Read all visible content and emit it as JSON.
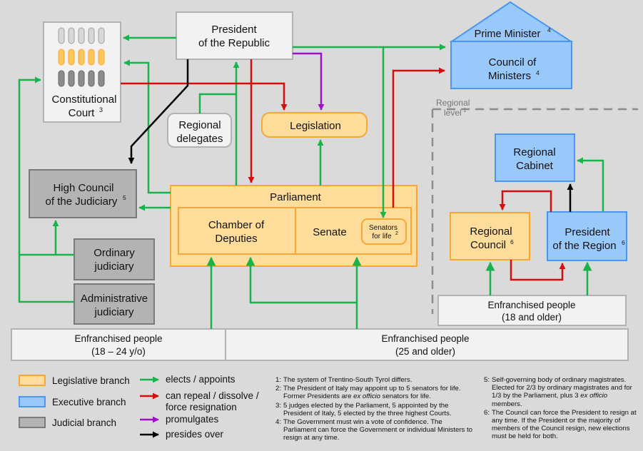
{
  "nodes": {
    "president_republic": {
      "line1": "President",
      "line2": "of the Republic"
    },
    "prime_minister": {
      "label": "Prime Minister",
      "sup": "4"
    },
    "council_ministers": {
      "line1": "Council of",
      "line2": "Ministers",
      "sup": "4"
    },
    "constitutional_court": {
      "line1": "Constitutional",
      "line2": "Court",
      "sup": "3"
    },
    "regional_delegates": {
      "line1": "Regional",
      "line2": "delegates"
    },
    "legislation": {
      "label": "Legislation"
    },
    "high_council": {
      "line1": "High Council",
      "line2": "of the Judiciary",
      "sup": "5"
    },
    "parliament": {
      "label": "Parliament"
    },
    "chamber": {
      "line1": "Chamber of",
      "line2": "Deputies"
    },
    "senate": {
      "label": "Senate"
    },
    "senators_life": {
      "line1": "Senators",
      "line2": "for life",
      "sup": "2"
    },
    "ordinary_judiciary": {
      "line1": "Ordinary",
      "line2": "judiciary"
    },
    "administrative_judiciary": {
      "line1": "Administrative",
      "line2": "judiciary"
    },
    "people_18_24": {
      "line1": "Enfranchised people",
      "line2": "(18 – 24 y/o)"
    },
    "people_25": {
      "line1": "Enfranchised people",
      "line2": "(25 and older)"
    },
    "regional_level": {
      "line1": "Regional",
      "line2": "level",
      "sup": "1"
    },
    "regional_cabinet": {
      "line1": "Regional",
      "line2": "Cabinet"
    },
    "regional_council": {
      "line1": "Regional",
      "line2": "Council",
      "sup": "6"
    },
    "president_region": {
      "line1": "President",
      "line2": "of the Region",
      "sup": "6"
    },
    "people_regional": {
      "line1": "Enfranchised people",
      "line2": "(18 and older)"
    }
  },
  "legend": {
    "legislative": "Legislative branch",
    "executive": "Executive branch",
    "judicial": "Judicial branch",
    "elects": "elects / appoints",
    "repeal_line1": "can repeal / dissolve /",
    "repeal_line2": "force resignation",
    "promulgates": "promulgates",
    "presides": "presides over"
  },
  "notes_left": [
    {
      "num": "1:",
      "text": "The system of Trentino-South Tyrol differs."
    },
    {
      "num": "2:",
      "pre": "The President of Italy may appoint up to 5 senators for life. Former Presidents are ",
      "em": "ex officio",
      "post": " senators for life."
    },
    {
      "num": "3:",
      "text": "5 judges elected by the Parliament, 5 appointed by the President of Italy, 5 elected by the three highest Courts."
    },
    {
      "num": "4:",
      "text": "The Government must win a vote of confidence. The Parliament can force the Government or individual Ministers to resign at any time."
    }
  ],
  "notes_right": [
    {
      "num": "5:",
      "pre": "Self-governing body of ordinary magistrates. Elected for 2/3 by ordinary magistrates and for 1/3 by the Parliament, plus 3 ",
      "em": "ex officio",
      "post": " members."
    },
    {
      "num": "6:",
      "text": "The Council can force the President to resign at any time. If the President or the majority of members of the Council resign, new elections must be held for both."
    }
  ],
  "colors": {
    "legislative_fill": "#fedc9a",
    "legislative_stroke": "#f7a736",
    "executive_fill": "#99c8fb",
    "executive_stroke": "#4a97ef",
    "judicial_fill": "#b3b3b3",
    "judicial_stroke": "#7a7a7a",
    "neutral_fill": "#f2f2f2",
    "green": "#19b34d",
    "red": "#d40d0d",
    "purple": "#9e11c9",
    "black": "#000000"
  }
}
